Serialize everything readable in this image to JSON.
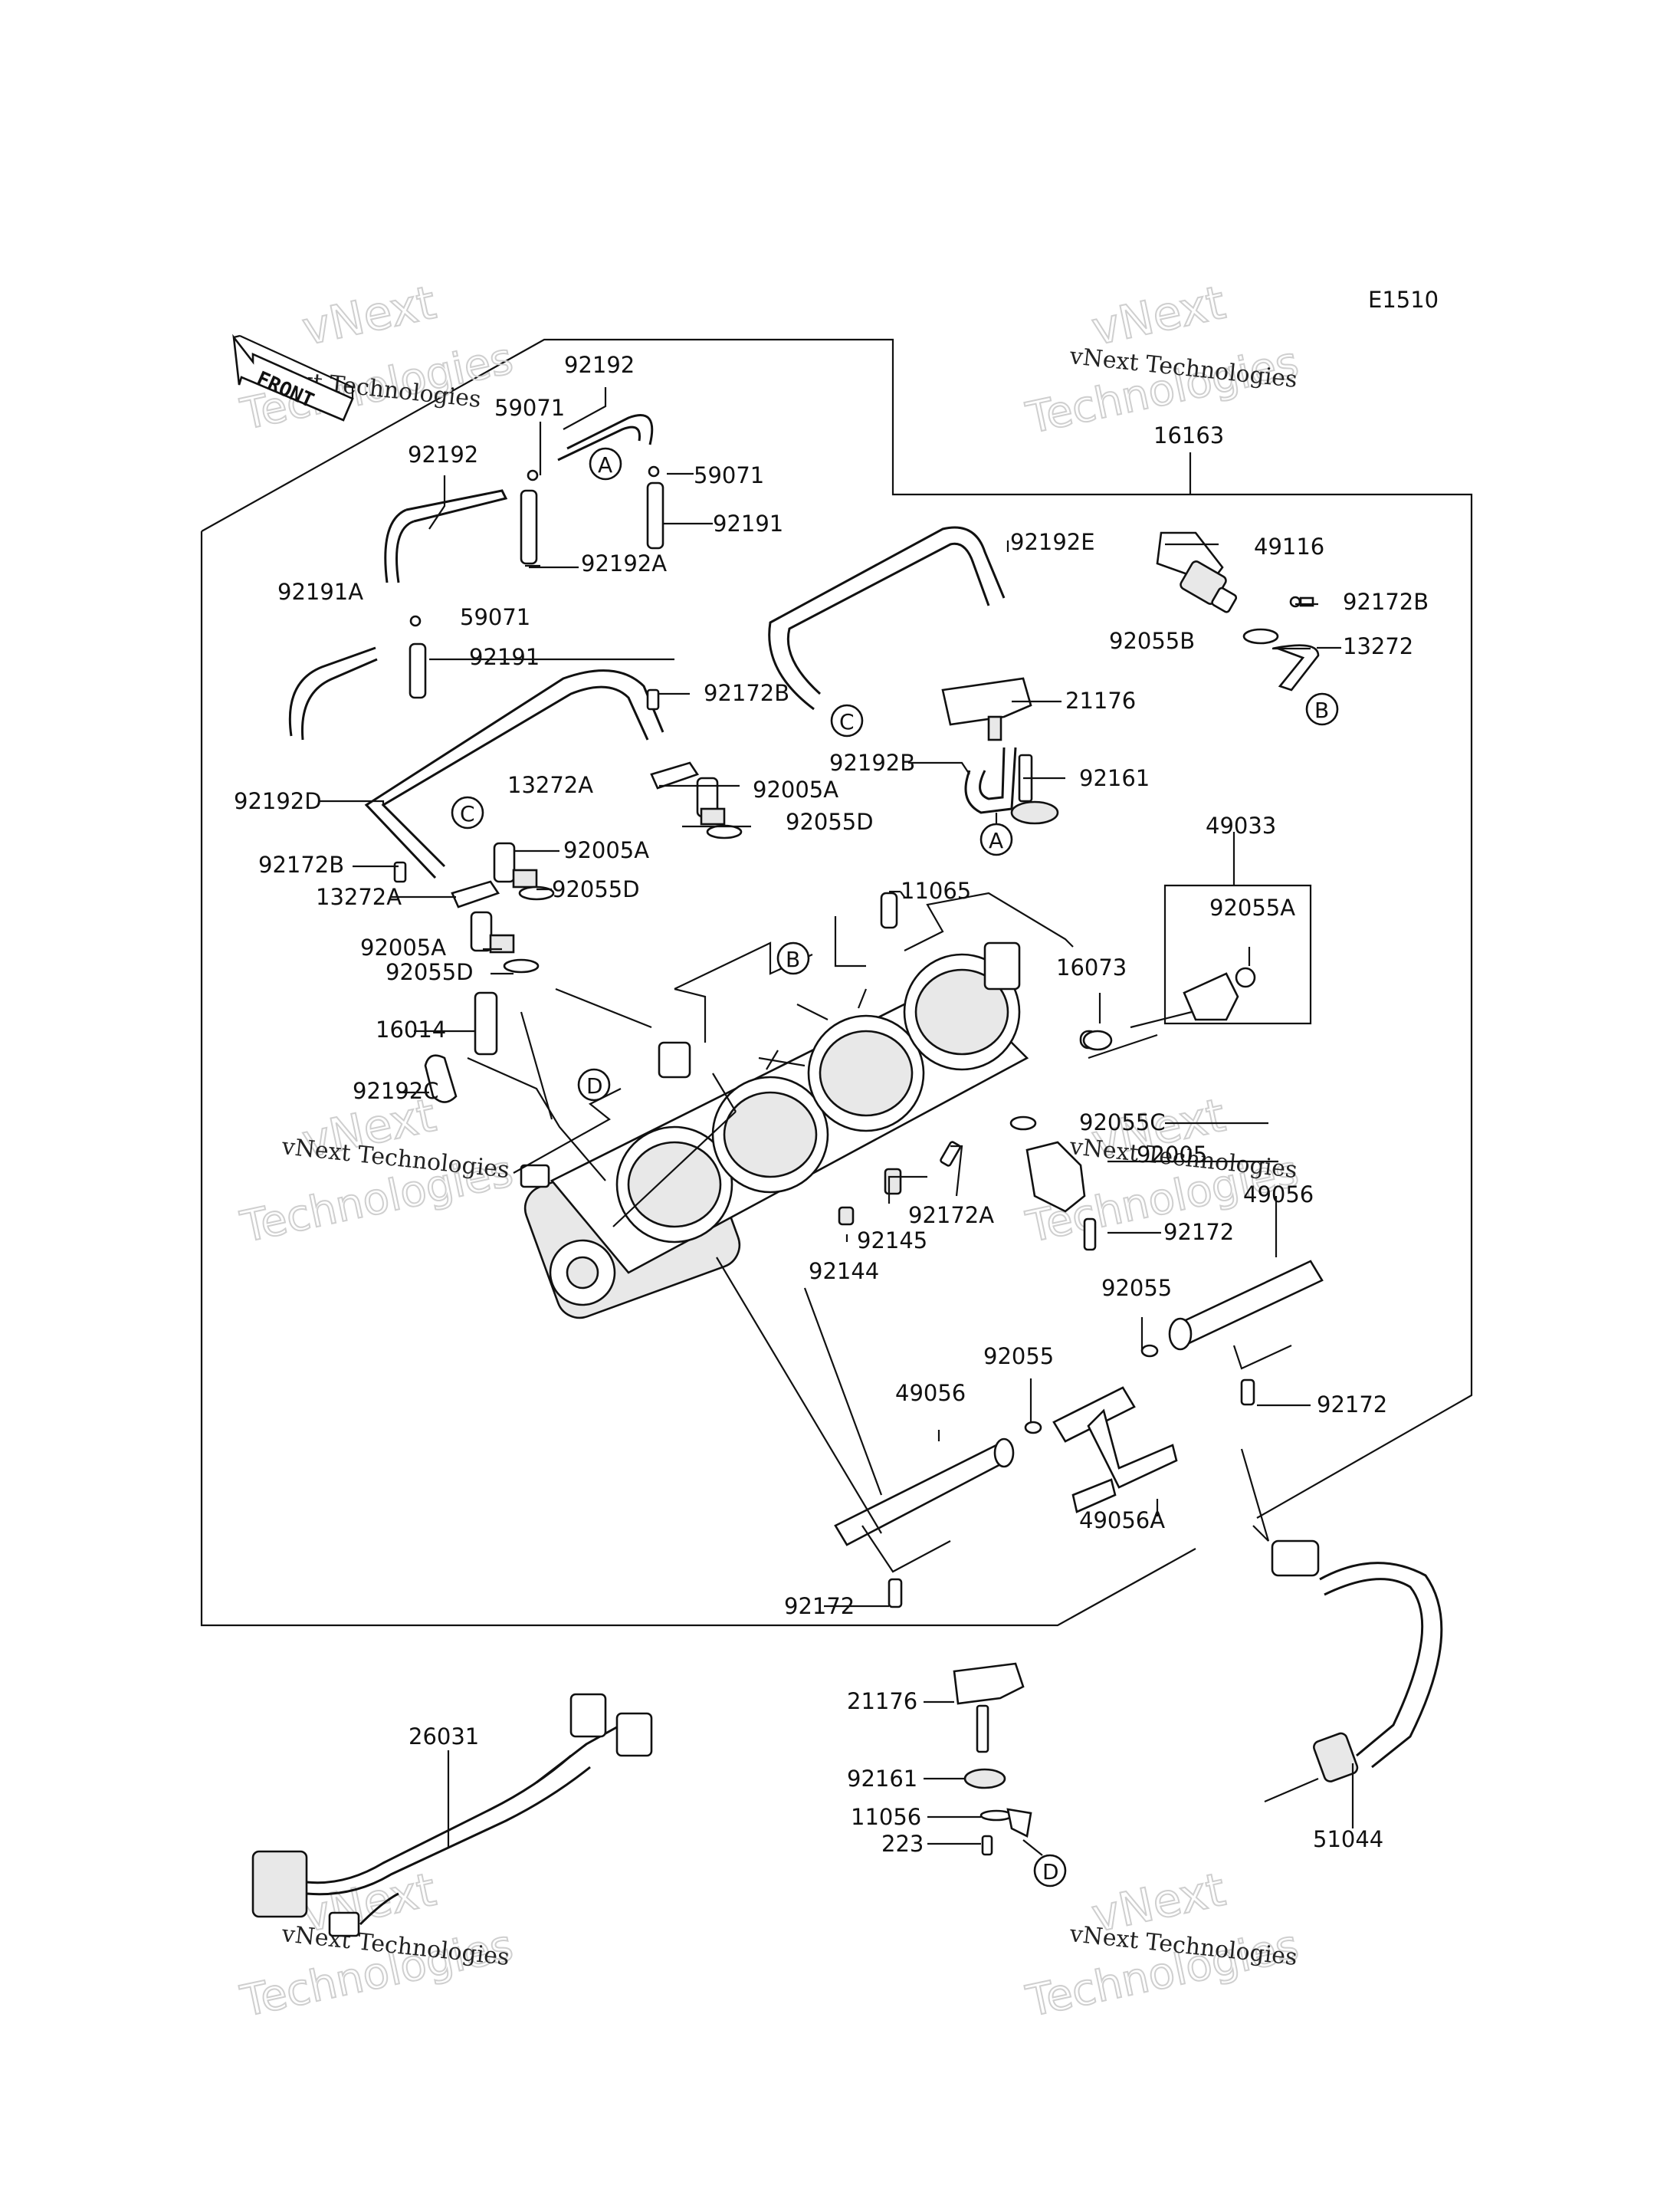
{
  "code": "E1510",
  "front_label": "FRONT",
  "watermark": {
    "company": "vNext Technologies",
    "big_1": "vNext",
    "big_2": "Technologies"
  },
  "callouts": {
    "A": "A",
    "B": "B",
    "C": "C",
    "D": "D"
  },
  "parts": [
    {
      "id": "p16163",
      "label": "16163"
    },
    {
      "id": "p92192_top",
      "label": "92192"
    },
    {
      "id": "p59071_a",
      "label": "59071"
    },
    {
      "id": "p92192_left",
      "label": "92192"
    },
    {
      "id": "p59071_b",
      "label": "59071"
    },
    {
      "id": "p92191_a",
      "label": "92191"
    },
    {
      "id": "p92192A",
      "label": "92192A"
    },
    {
      "id": "p92191A",
      "label": "92191A"
    },
    {
      "id": "p59071_c",
      "label": "59071"
    },
    {
      "id": "p92191_b",
      "label": "92191"
    },
    {
      "id": "p92192E",
      "label": "92192E"
    },
    {
      "id": "p49116",
      "label": "49116"
    },
    {
      "id": "p92172B_r",
      "label": "92172B"
    },
    {
      "id": "p92055B",
      "label": "92055B"
    },
    {
      "id": "p13272",
      "label": "13272"
    },
    {
      "id": "p92172B_m",
      "label": "92172B"
    },
    {
      "id": "p21176",
      "label": "21176"
    },
    {
      "id": "p13272A_m",
      "label": "13272A"
    },
    {
      "id": "p92005A_m",
      "label": "92005A"
    },
    {
      "id": "p92055D_m",
      "label": "92055D"
    },
    {
      "id": "p92192B",
      "label": "92192B"
    },
    {
      "id": "p92161",
      "label": "92161"
    },
    {
      "id": "p92192D",
      "label": "92192D"
    },
    {
      "id": "p92005A_l",
      "label": "92005A"
    },
    {
      "id": "p92172B_l",
      "label": "92172B"
    },
    {
      "id": "p13272A_l",
      "label": "13272A"
    },
    {
      "id": "p92055D_l",
      "label": "92055D"
    },
    {
      "id": "p11065",
      "label": "11065"
    },
    {
      "id": "p49033",
      "label": "49033"
    },
    {
      "id": "p92055A",
      "label": "92055A"
    },
    {
      "id": "p92005A_ll",
      "label": "92005A"
    },
    {
      "id": "p92055D_ll",
      "label": "92055D"
    },
    {
      "id": "p16073",
      "label": "16073"
    },
    {
      "id": "p16014",
      "label": "16014"
    },
    {
      "id": "p92192C",
      "label": "92192C"
    },
    {
      "id": "p92055C",
      "label": "92055C"
    },
    {
      "id": "p92005",
      "label": "92005"
    },
    {
      "id": "p49056_r",
      "label": "49056"
    },
    {
      "id": "p92172A",
      "label": "92172A"
    },
    {
      "id": "p92145",
      "label": "92145"
    },
    {
      "id": "p92172_m",
      "label": "92172"
    },
    {
      "id": "p92144",
      "label": "92144"
    },
    {
      "id": "p92055_r",
      "label": "92055"
    },
    {
      "id": "p92055_m",
      "label": "92055"
    },
    {
      "id": "p49056_l",
      "label": "49056"
    },
    {
      "id": "p92172_r",
      "label": "92172"
    },
    {
      "id": "p49056A",
      "label": "49056A"
    },
    {
      "id": "p92172_b",
      "label": "92172"
    },
    {
      "id": "p26031",
      "label": "26031"
    },
    {
      "id": "p21176_b",
      "label": "21176"
    },
    {
      "id": "p92161_b",
      "label": "92161"
    },
    {
      "id": "p11056",
      "label": "11056"
    },
    {
      "id": "p223",
      "label": "223"
    },
    {
      "id": "p51044",
      "label": "51044"
    }
  ]
}
